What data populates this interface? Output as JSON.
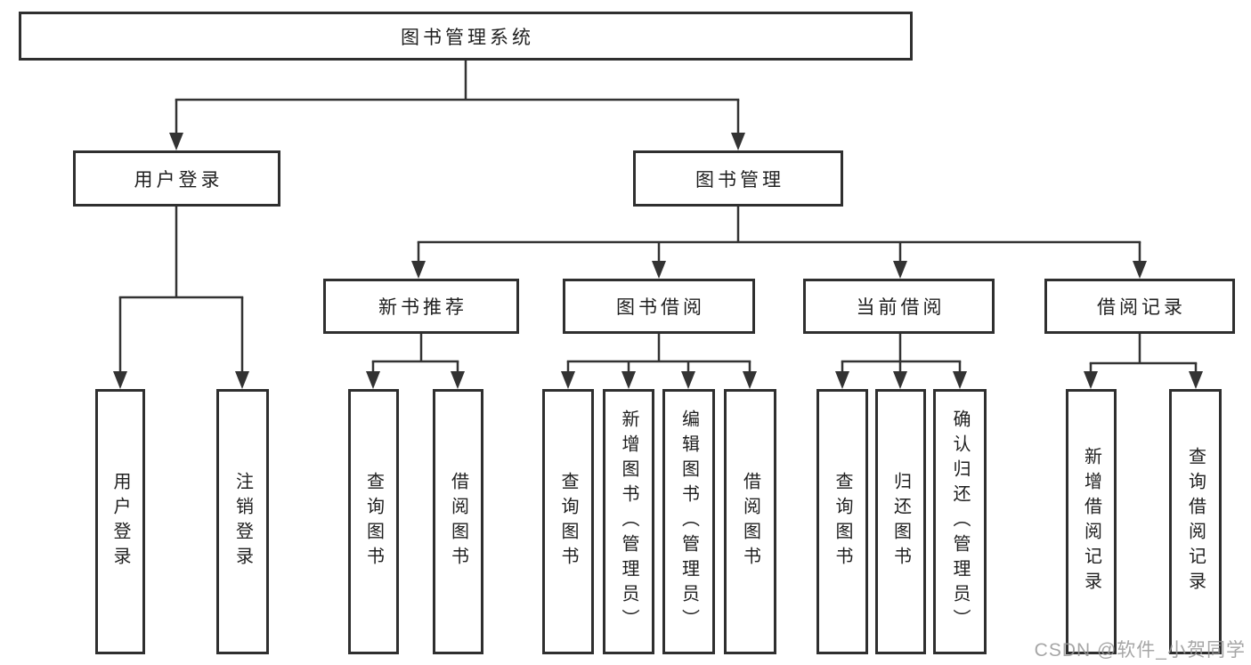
{
  "diagram": {
    "root": {
      "label": "图书管理系统"
    },
    "branches": [
      {
        "label": "用户登录",
        "children": [
          {
            "label": "用户登录"
          },
          {
            "label": "注销登录"
          }
        ]
      },
      {
        "label": "图书管理",
        "children": [
          {
            "label": "新书推荐",
            "children": [
              {
                "label": "查询图书"
              },
              {
                "label": "借阅图书"
              }
            ]
          },
          {
            "label": "图书借阅",
            "children": [
              {
                "label": "查询图书"
              },
              {
                "label": "新增图书（管理员）"
              },
              {
                "label": "编辑图书（管理员）"
              },
              {
                "label": "借阅图书"
              }
            ]
          },
          {
            "label": "当前借阅",
            "children": [
              {
                "label": "查询图书"
              },
              {
                "label": "归还图书"
              },
              {
                "label": "确认归还（管理员）"
              }
            ]
          },
          {
            "label": "借阅记录",
            "children": [
              {
                "label": "新增借阅记录"
              },
              {
                "label": "查询借阅记录"
              }
            ]
          }
        ]
      }
    ]
  },
  "colors": {
    "line": "#333333",
    "box_border": "#2f2f2f",
    "text": "#1f1f1f",
    "watermark": "#969696",
    "background": "#ffffff"
  },
  "watermark": {
    "text": "CSDN @软件_小贺同学"
  }
}
